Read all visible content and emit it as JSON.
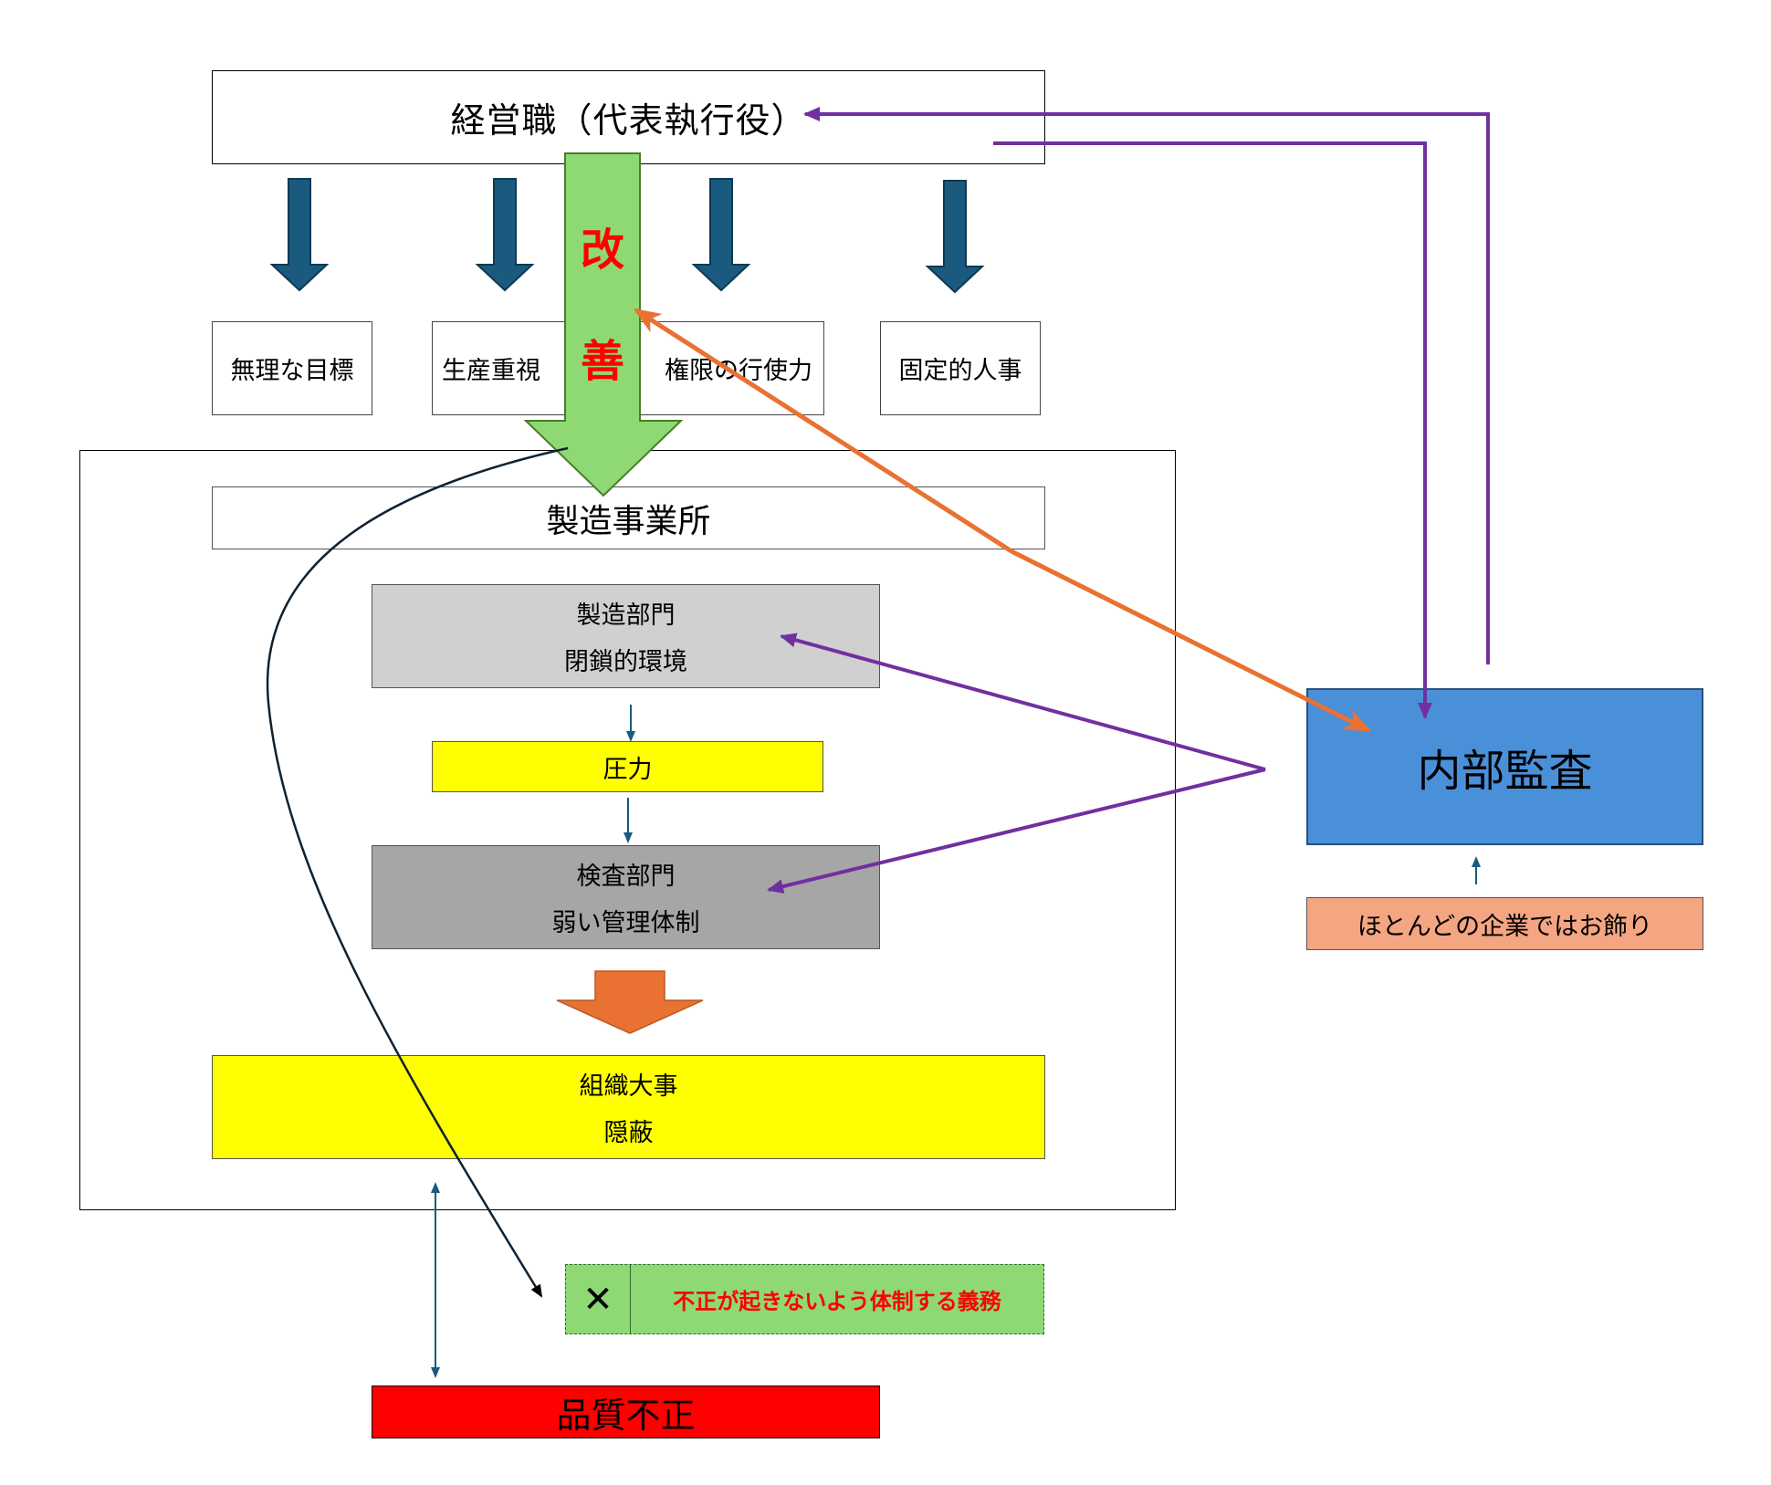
{
  "management": {
    "label": "経営職（代表執行役）"
  },
  "factors": [
    {
      "label": "無理な目標"
    },
    {
      "label": "生産重視"
    },
    {
      "label": "権限の行使力"
    },
    {
      "label": "固定的人事"
    }
  ],
  "improvement": {
    "label_1": "改",
    "label_2": "善"
  },
  "site": {
    "label": "製造事業所"
  },
  "manufacturing": {
    "title": "製造部門",
    "subtitle": "閉鎖的環境"
  },
  "pressure": {
    "label": "圧力"
  },
  "inspection": {
    "title": "検査部門",
    "subtitle": "弱い管理体制"
  },
  "organization": {
    "title": "組織大事",
    "subtitle": "隠蔽"
  },
  "duty": {
    "mark": "✕",
    "label": "不正が起きないよう体制する義務"
  },
  "quality_fraud": {
    "label": "品質不正"
  },
  "internal_audit": {
    "label": "内部監査"
  },
  "audit_note": {
    "label": "ほとんどの企業ではお飾り"
  },
  "colors": {
    "dark_blue": "#1a5a7e",
    "green": "#8ed973",
    "orange": "#e97132",
    "purple": "#7030a0",
    "yellow": "#ffff00",
    "light_gray": "#d0d0d0",
    "dark_gray": "#a6a6a6",
    "red": "#ff0000",
    "audit_blue": "#4a90d9",
    "salmon": "#f4a582"
  }
}
